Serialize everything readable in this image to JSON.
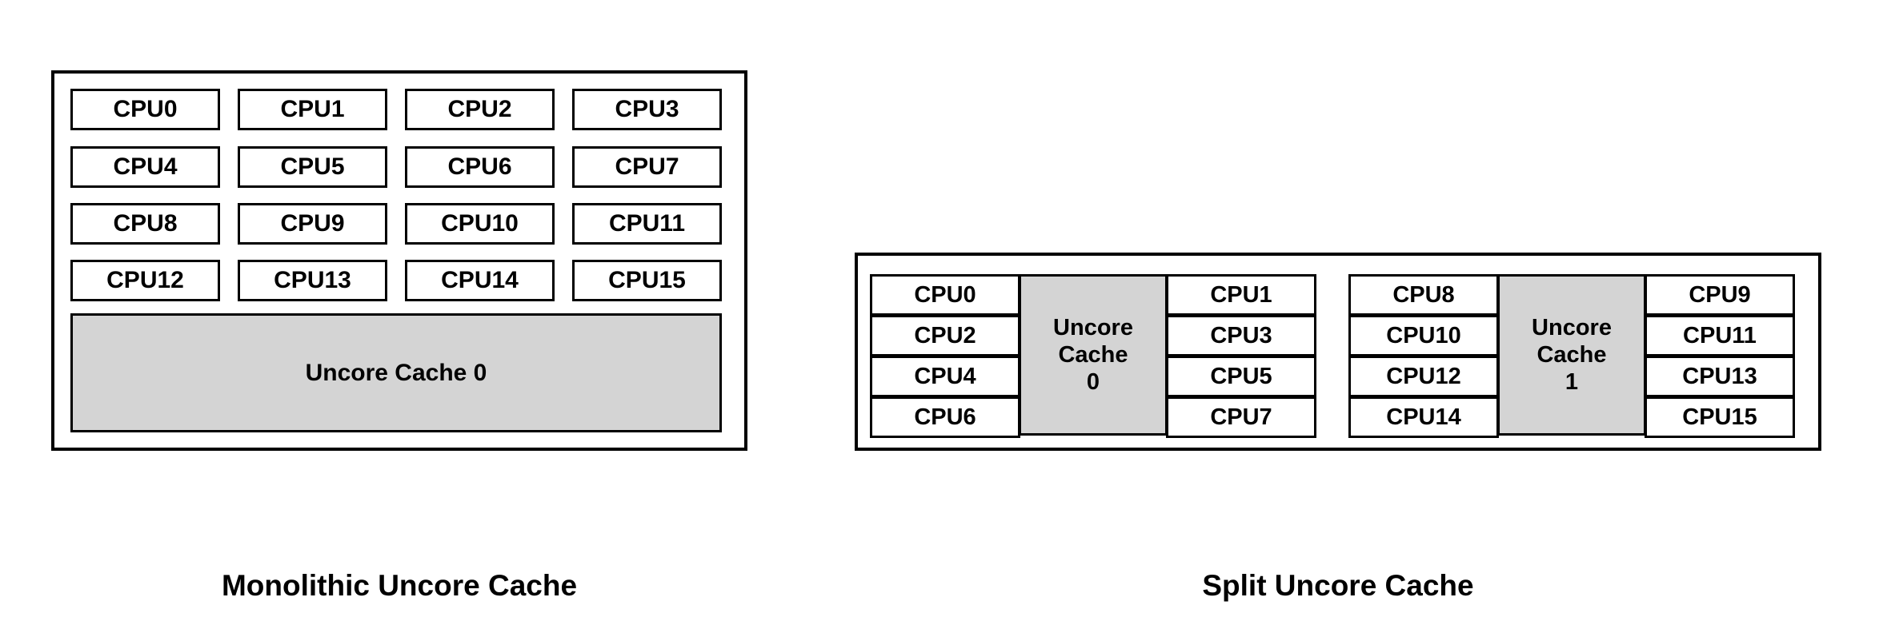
{
  "figures": [
    {
      "id": "monolithic",
      "caption": "Monolithic Uncore Cache",
      "cpu_rows": [
        [
          "CPU0",
          "CPU1",
          "CPU2",
          "CPU3"
        ],
        [
          "CPU4",
          "CPU5",
          "CPU6",
          "CPU7"
        ],
        [
          "CPU8",
          "CPU9",
          "CPU10",
          "CPU11"
        ],
        [
          "CPU12",
          "CPU13",
          "CPU14",
          "CPU15"
        ]
      ],
      "cache_label": "Uncore Cache 0"
    },
    {
      "id": "split",
      "caption": "Split Uncore Cache",
      "clusters": [
        {
          "left_cpus": [
            "CPU0",
            "CPU2",
            "CPU4",
            "CPU6"
          ],
          "cache_label_line1": "Uncore",
          "cache_label_line2": "Cache",
          "cache_label_line3": "0",
          "right_cpus": [
            "CPU1",
            "CPU3",
            "CPU5",
            "CPU7"
          ]
        },
        {
          "left_cpus": [
            "CPU8",
            "CPU10",
            "CPU12",
            "CPU14"
          ],
          "cache_label_line1": "Uncore",
          "cache_label_line2": "Cache",
          "cache_label_line3": "1",
          "right_cpus": [
            "CPU9",
            "CPU11",
            "CPU13",
            "CPU15"
          ]
        }
      ]
    }
  ],
  "colors": {
    "cache_fill": "#d4d4d4",
    "stroke": "#000000",
    "background": "#ffffff",
    "cpu_fill": "#ffffff"
  }
}
